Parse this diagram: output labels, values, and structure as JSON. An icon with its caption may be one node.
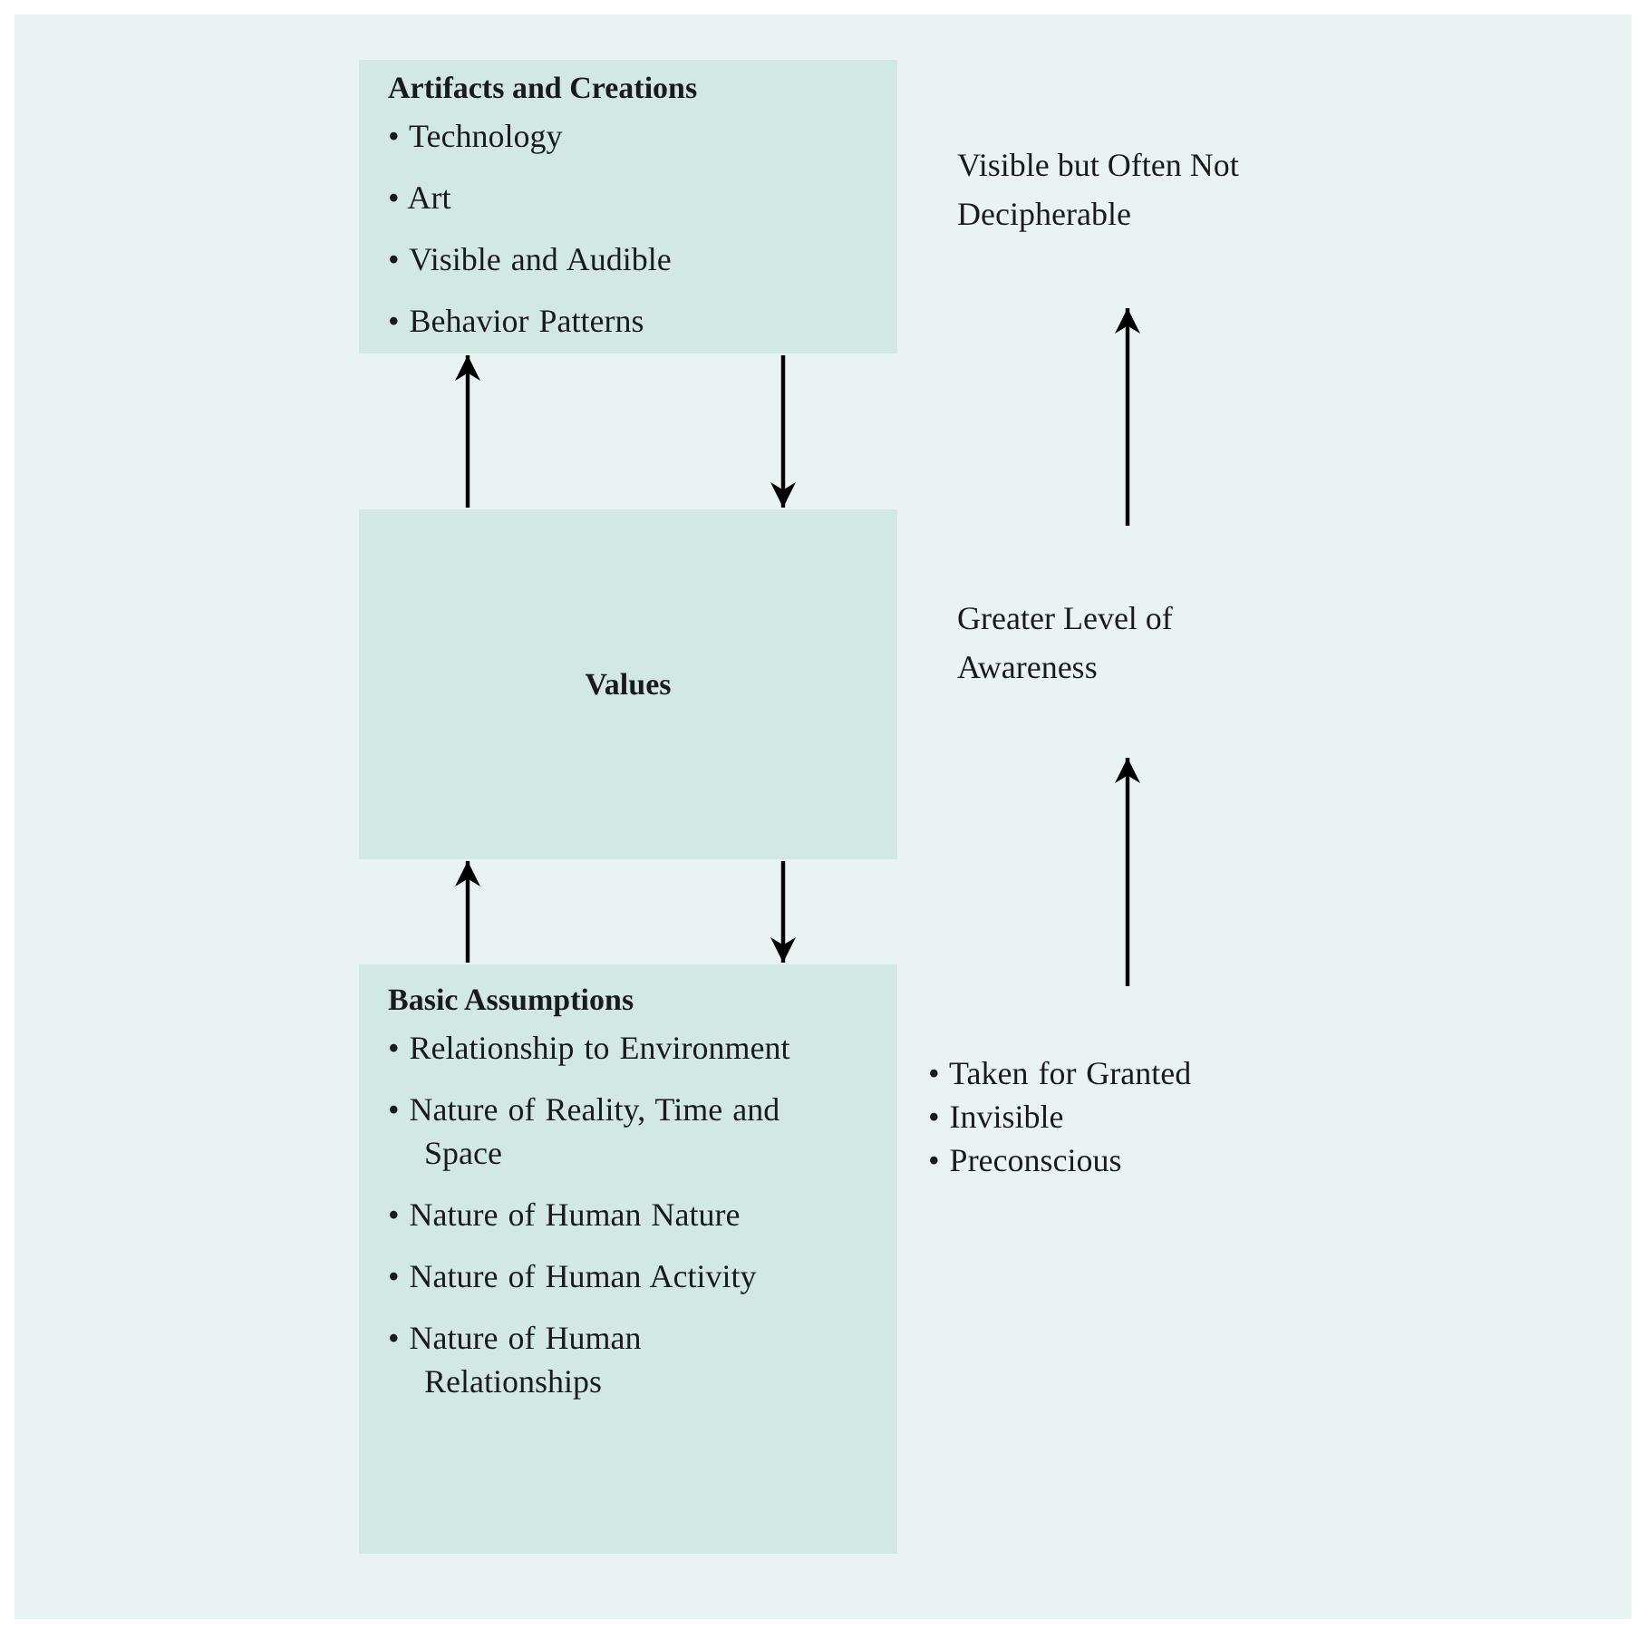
{
  "diagram": {
    "nodes": [
      {
        "text": [
          "Artifacts and Creations",
          "• Technology",
          "• Art",
          "• Visible and Audible",
          "• Behavior Patterns"
        ]
      },
      {
        "text": [
          "Values"
        ]
      },
      {
        "text": [
          "Basic Assumptions",
          "• Relationship to Environment",
          "• Nature of Reality, Time and Space",
          "• Nature of Human Nature",
          "• Nature of Human Activity",
          "• Nature of Human Relationships"
        ]
      },
      {
        "text": [
          "Visible but Often Not Decipherable"
        ]
      },
      {
        "text": [
          "Greater Level of Awareness"
        ]
      },
      {
        "text": [
          "• Taken for Granted",
          "• Invisible",
          "• Preconscious"
        ]
      }
    ],
    "edges": [
      {
        "from": 1,
        "to": 0,
        "arrow": "to"
      },
      {
        "from": 0,
        "to": 1,
        "arrow": "to"
      },
      {
        "from": 2,
        "to": 1,
        "arrow": "to"
      },
      {
        "from": 1,
        "to": 2,
        "arrow": "to"
      },
      {
        "from": 4,
        "to": 3,
        "arrow": "to"
      },
      {
        "from": 5,
        "to": 4,
        "arrow": "to"
      }
    ]
  }
}
